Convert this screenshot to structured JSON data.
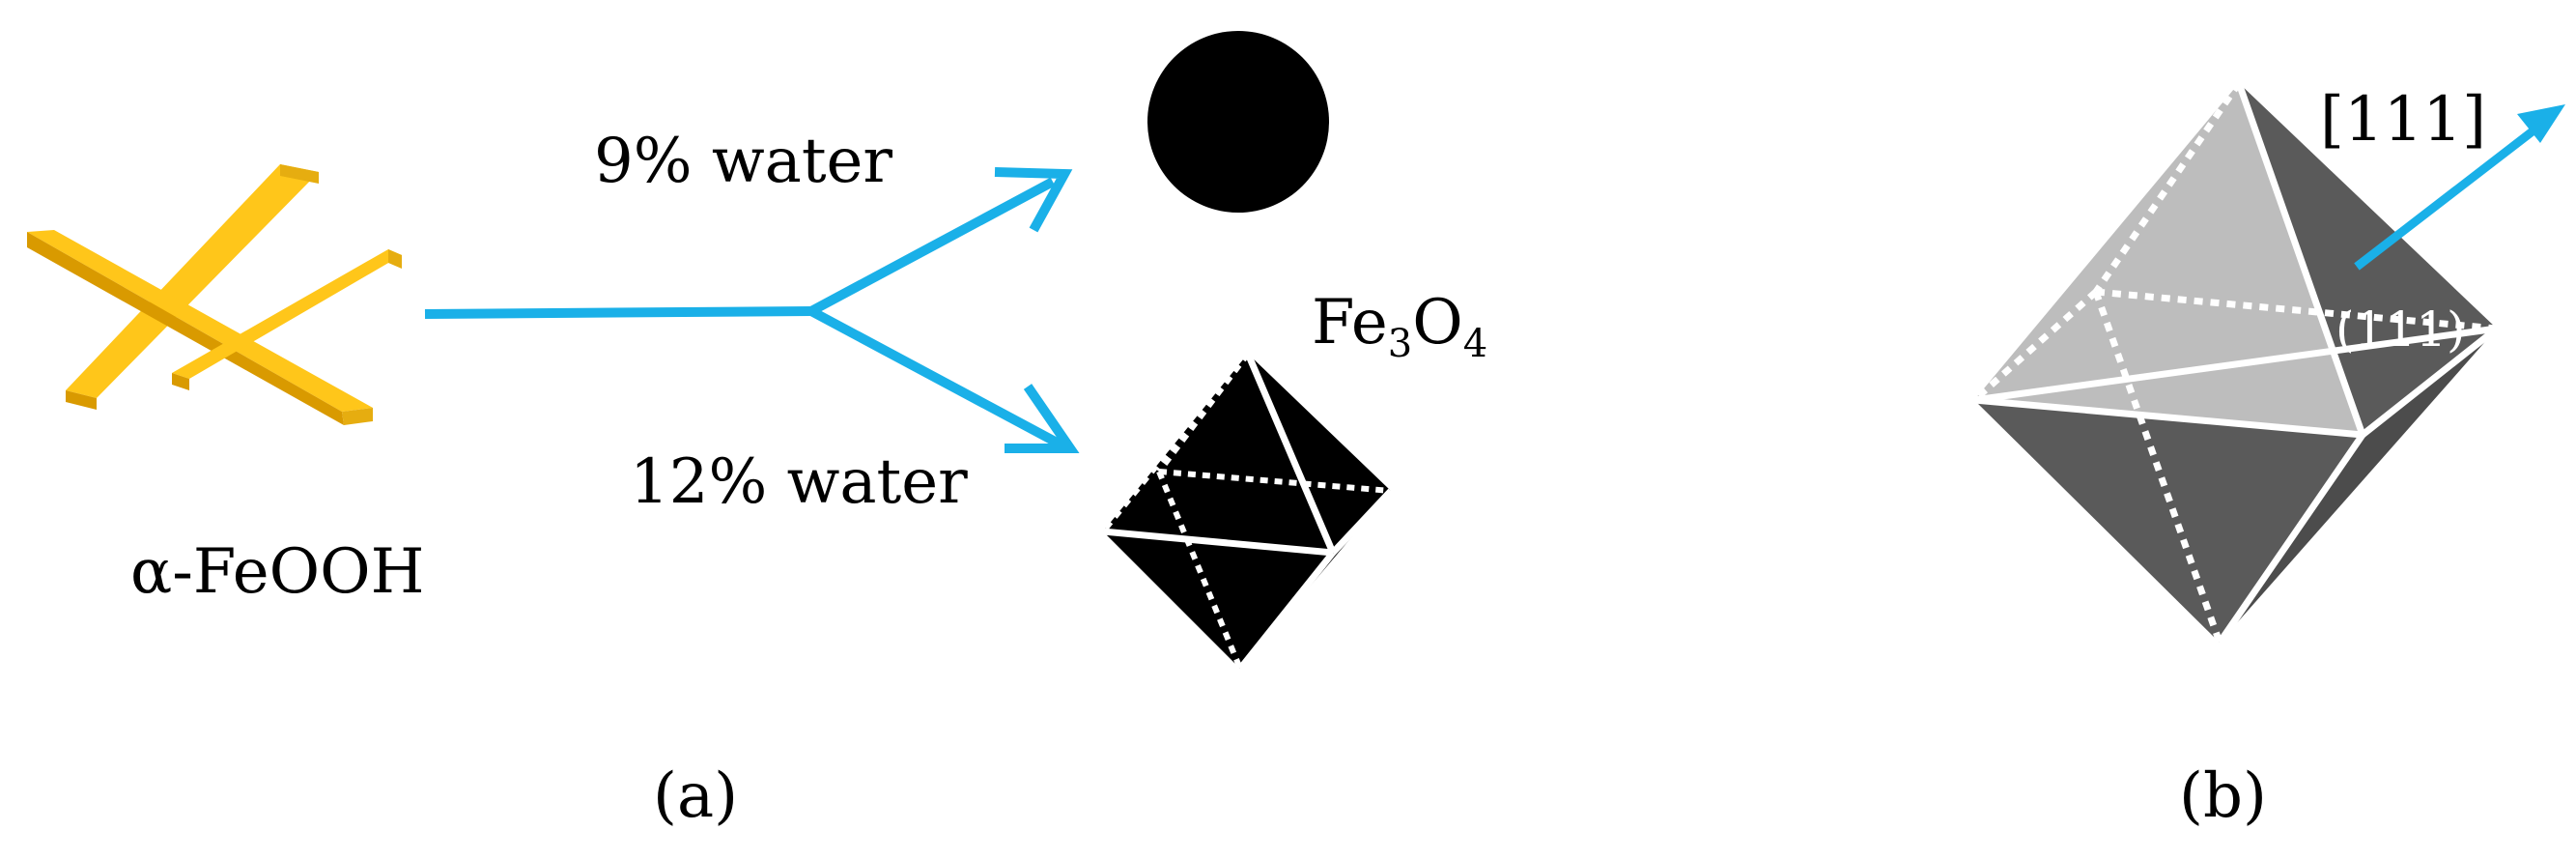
{
  "panel_a": {
    "reactant": {
      "label": "α-FeOOH",
      "icon": "rod-crystals-icon"
    },
    "branch_top": {
      "label": "9% water"
    },
    "branch_bottom": {
      "label": "12% water"
    },
    "product": {
      "formula_base_1": "Fe",
      "sub_1": "3",
      "formula_base_2": "O",
      "sub_2": "4"
    },
    "caption": "(a)"
  },
  "panel_b": {
    "direction_label": "[111]",
    "face_label": "(111)",
    "caption": "(b)"
  },
  "colors": {
    "arrow": "#1ab0e8",
    "rod_light": "#ffc61a",
    "rod_dark": "#d99a00",
    "octa_light": "#bdbdbd",
    "octa_dark": "#5a5a5a",
    "black": "#000000"
  }
}
